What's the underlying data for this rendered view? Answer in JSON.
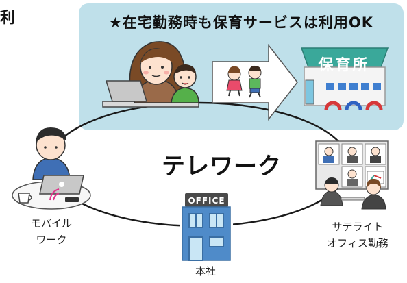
{
  "clipped_heading": "利",
  "banner": {
    "title": "★在宅勤務時も保育サービスは利用OK",
    "nursery_sign": "保育所"
  },
  "center_label": "テレワーク",
  "nodes": {
    "mobile": {
      "line1": "モバイル",
      "line2": "ワーク"
    },
    "satellite": {
      "line1": "サテライト",
      "line2": "オフィス勤務"
    },
    "hq": {
      "label": "本社",
      "sign": "OFFICE"
    }
  },
  "colors": {
    "banner_bg": "#bfe0ea",
    "nursery_roof": "#3aa89a",
    "office_building": "#4f8bc9"
  }
}
